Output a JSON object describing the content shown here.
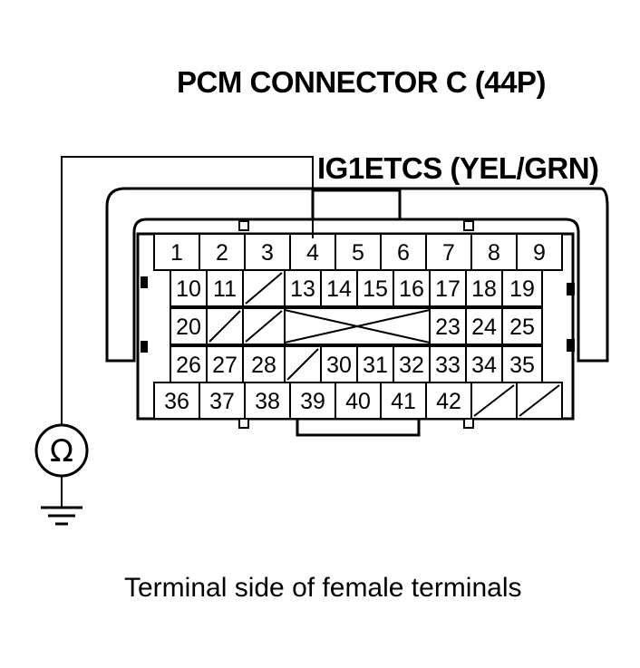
{
  "title": "PCM CONNECTOR C (44P)",
  "wire_label": "IG1ETCS (YEL/GRN)",
  "caption": "Terminal side of female terminals",
  "ohmmeter_symbol": "Ω",
  "probe_terminal": "4",
  "rows": [
    [
      "1",
      "2",
      "3",
      "4",
      "5",
      "6",
      "7",
      "8",
      "9"
    ],
    [
      "10",
      "11",
      "",
      "13",
      "14",
      "15",
      "16",
      "17",
      "18",
      "19"
    ],
    [
      "20",
      "",
      "",
      "23",
      "24",
      "25"
    ],
    [
      "26",
      "27",
      "28",
      "",
      "30",
      "31",
      "32",
      "33",
      "34",
      "35"
    ],
    [
      "36",
      "37",
      "38",
      "39",
      "40",
      "41",
      "42",
      "",
      ""
    ]
  ]
}
